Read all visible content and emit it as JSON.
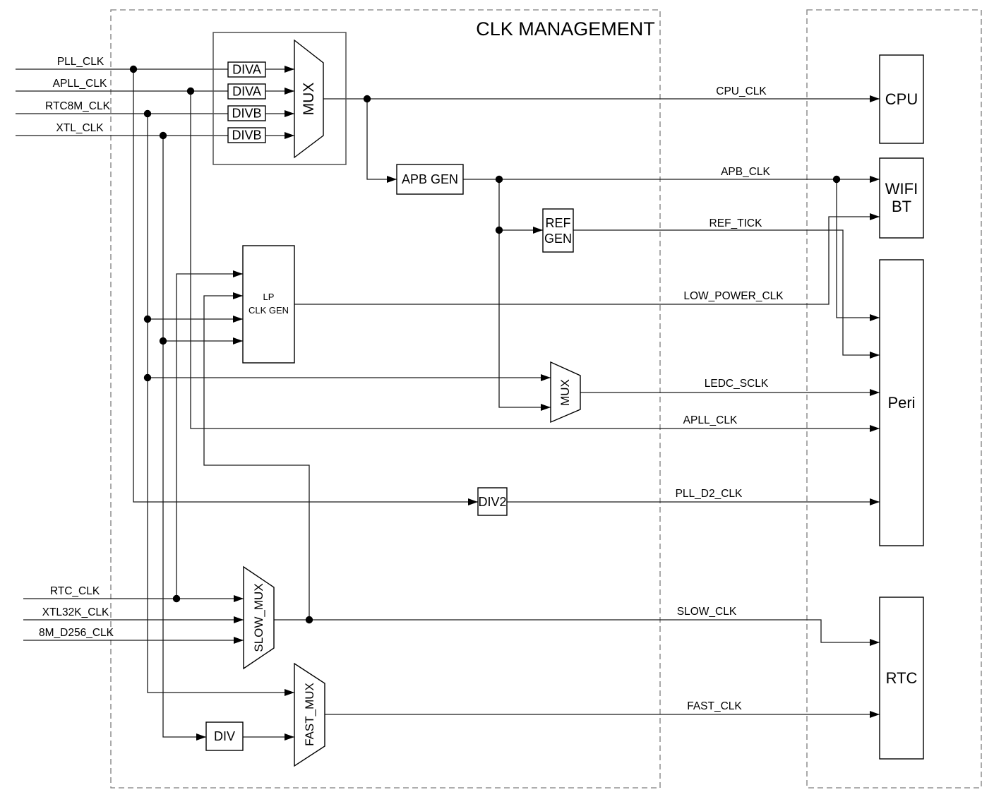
{
  "title": "CLK MANAGEMENT",
  "colors": {
    "wire": "#1a1a1a",
    "dashed_border": "#7d7d7d",
    "group_border": "#4f4f4f",
    "background": "#ffffff",
    "text": "#000000"
  },
  "inputs": {
    "top": [
      "PLL_CLK",
      "APLL_CLK",
      "RTC8M_CLK",
      "XTL_CLK"
    ],
    "bottom": [
      "RTC_CLK",
      "XTL32K_CLK",
      "8M_D256_CLK"
    ]
  },
  "blocks": {
    "diva1": "DIVA",
    "diva2": "DIVA",
    "divb1": "DIVB",
    "divb2": "DIVB",
    "cpu_mux": "MUX",
    "apb_gen": "APB GEN",
    "ref_gen": {
      "line1": "REF",
      "line2": "GEN"
    },
    "lp_clk_gen": {
      "line1": "LP",
      "line2": "CLK GEN"
    },
    "ledc_mux": "MUX",
    "div2": "DIV2",
    "slow_mux": "SLOW_MUX",
    "fast_mux": "FAST_MUX",
    "div": "DIV"
  },
  "signals": [
    "CPU_CLK",
    "APB_CLK",
    "REF_TICK",
    "LOW_POWER_CLK",
    "LEDC_SCLK",
    "APLL_CLK",
    "PLL_D2_CLK",
    "SLOW_CLK",
    "FAST_CLK"
  ],
  "targets": {
    "cpu": "CPU",
    "wifi_bt": {
      "line1": "WIFI",
      "line2": "BT"
    },
    "peri": "Peri",
    "rtc": "RTC"
  }
}
